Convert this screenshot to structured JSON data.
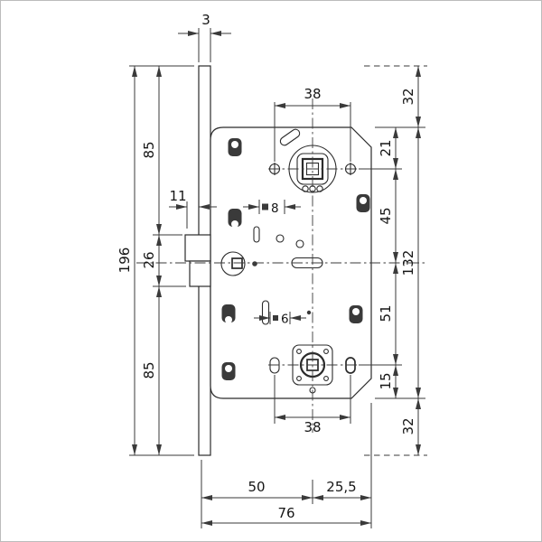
{
  "drawing": {
    "title": "mortise-lock-dimensional-drawing"
  },
  "dims": {
    "plate_thickness": "3",
    "top_hole_spacing": "38",
    "top_overhang": "32",
    "upper_side": "85",
    "follower_from_top": "21",
    "latch_protrusion": "11",
    "spindle_square": "8",
    "follower_to_axis": "45",
    "plate_height": "196",
    "latch_cutout_height": "26",
    "body_height": "132",
    "axis_to_cylinder": "51",
    "cylinder_square": "6",
    "lower_side": "85",
    "cylinder_to_bottom": "15",
    "bottom_hole_spacing": "38",
    "bottom_overhang": "32",
    "backset": "50",
    "rear_depth": "25,5",
    "total_depth": "76"
  }
}
